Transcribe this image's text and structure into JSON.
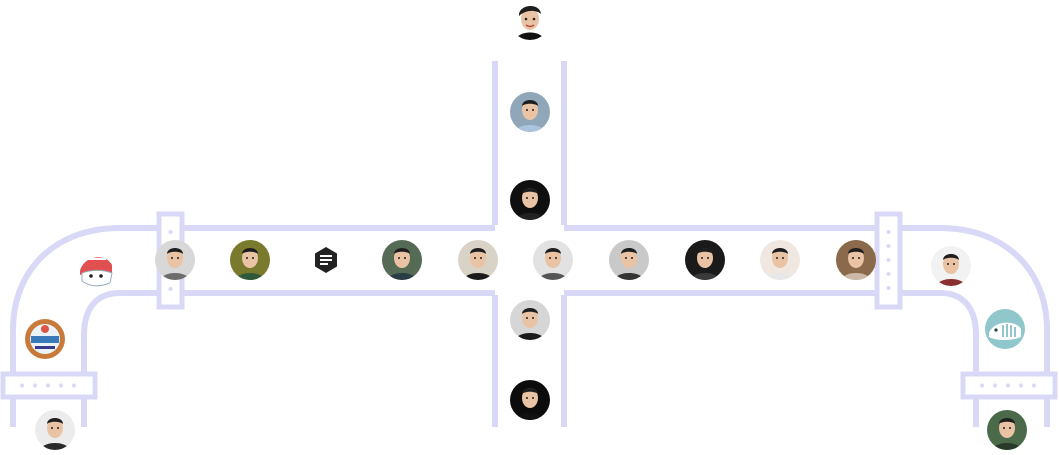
{
  "colors": {
    "pipe": "#d9d8f6",
    "background": "#ffffff",
    "skin": "#e9c3a3",
    "hair_dark": "#1e1e1e"
  },
  "diagram": {
    "kind": "pipe-network",
    "avatars": [
      {
        "id": "cartoon-top",
        "style": "cartoon",
        "bg": "#ffffff",
        "shirt": "#111111"
      },
      {
        "id": "v-upper-1",
        "style": "photo",
        "bg": "#8fa7b9",
        "shirt": "#aac4de"
      },
      {
        "id": "v-upper-2",
        "style": "photo",
        "bg": "#0f0f0f",
        "shirt": "#222222"
      },
      {
        "id": "h-left-1",
        "style": "photo",
        "bg": "#d8d8d8",
        "shirt": "#6d6d6d"
      },
      {
        "id": "h-left-2",
        "style": "photo",
        "bg": "#7a7a2e",
        "shirt": "#2f5a3a"
      },
      {
        "id": "h-left-3",
        "style": "logo",
        "bg": "#ffffff",
        "shirt": "#222222"
      },
      {
        "id": "h-left-4",
        "style": "photo",
        "bg": "#556b55",
        "shirt": "#2b3d44"
      },
      {
        "id": "h-left-5",
        "style": "photo",
        "bg": "#d9d2c6",
        "shirt": "#1a1a1a"
      },
      {
        "id": "center",
        "style": "photo",
        "bg": "#e2e2e2",
        "shirt": "#555555"
      },
      {
        "id": "h-right-1",
        "style": "photo",
        "bg": "#c9c9c9",
        "shirt": "#333333"
      },
      {
        "id": "h-right-2",
        "style": "photo",
        "bg": "#1a1a1a",
        "shirt": "#3a3a3a"
      },
      {
        "id": "h-right-3",
        "style": "photo",
        "bg": "#f0e8e0",
        "shirt": "#e8e8e8"
      },
      {
        "id": "h-right-4",
        "style": "photo",
        "bg": "#8a6a4a",
        "shirt": "#cdb8a8"
      },
      {
        "id": "v-lower-1",
        "style": "photo",
        "bg": "#d6d6d6",
        "shirt": "#1a1a1a"
      },
      {
        "id": "v-lower-2",
        "style": "photo",
        "bg": "#0c0c0c",
        "shirt": "#111111"
      },
      {
        "id": "left-curve-top",
        "style": "mascot",
        "bg": "#ffffff",
        "shirt": "#e05050"
      },
      {
        "id": "left-curve-bottom",
        "style": "badge",
        "bg": "#e9f3f8",
        "shirt": "#3a7ab8"
      },
      {
        "id": "left-exit",
        "style": "photo",
        "bg": "#ececec",
        "shirt": "#2a2a2a"
      },
      {
        "id": "right-curve-top",
        "style": "photo",
        "bg": "#f2f2f2",
        "shirt": "#8a3030"
      },
      {
        "id": "right-curve-bottom",
        "style": "whale",
        "bg": "#8fc7cc",
        "shirt": "#ffffff"
      },
      {
        "id": "right-exit",
        "style": "photo",
        "bg": "#4a6a4a",
        "shirt": "#2a3a2a"
      }
    ]
  }
}
